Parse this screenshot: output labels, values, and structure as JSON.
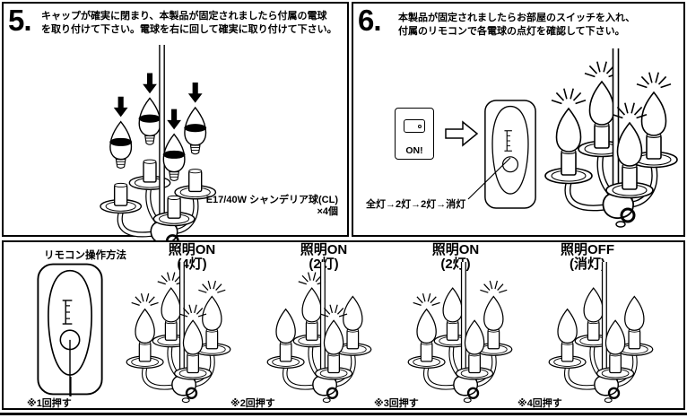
{
  "page": {
    "background": "#ffffff",
    "ink": "#000000"
  },
  "panel5": {
    "number": "5.",
    "instruction_line1": "キャップが確実に閉まり、本製品が固定されましたら付属の電球",
    "instruction_line2": "を取り付けて下さい。電球を右に回して確実に取り付けて下さい。",
    "bulb_caption_line1": "E17/40W シャンデリア球(CL)",
    "bulb_caption_line2": "×4個"
  },
  "panel6": {
    "number": "6.",
    "instruction_line1": "本製品が固定されましたらお部屋のスイッチを入れ、",
    "instruction_line2": "付属のリモコンで各電球の点灯を確認して下さい。",
    "switch_label": "ON!",
    "sequence_label": "全灯→2灯→2灯→消灯",
    "chandelier_lit": [
      1,
      1,
      1,
      1
    ]
  },
  "remote_guide": {
    "title": "リモコン操作方法",
    "press_labels": [
      "※1回押す",
      "※2回押す",
      "※3回押す",
      "※4回押す"
    ],
    "states": [
      {
        "label_line1": "照明ON",
        "label_line2": "(4灯)",
        "lit": [
          1,
          1,
          1,
          1
        ]
      },
      {
        "label_line1": "照明ON",
        "label_line2": "(2灯)",
        "lit": [
          0,
          1,
          1,
          0
        ]
      },
      {
        "label_line1": "照明ON",
        "label_line2": "(2灯)",
        "lit": [
          1,
          0,
          0,
          1
        ]
      },
      {
        "label_line1": "照明OFF",
        "label_line2": "(消灯)",
        "lit": [
          0,
          0,
          0,
          0
        ]
      }
    ]
  }
}
